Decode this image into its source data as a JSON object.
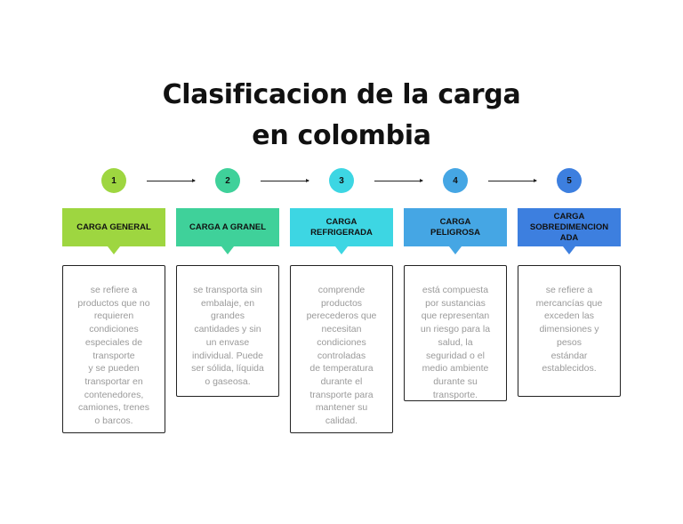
{
  "title": {
    "line1": "Clasificacion de la carga",
    "line2": "en colombia"
  },
  "steps": [
    {
      "number": "1",
      "label": "CARGA GENERAL",
      "color": "#9ed640",
      "description": "se refiere a\nproductos que no\nrequieren\ncondiciones\nespeciales de\ntransporte\ny se pueden\ntransportar en\ncontenedores,\ncamiones, trenes\no barcos."
    },
    {
      "number": "2",
      "label": "CARGA A GRANEL",
      "color": "#3fd19a",
      "description": "se transporta sin\nembalaje, en\ngrandes\ncantidades y sin\nun envase\nindividual. Puede\nser sólida, líquida\no gaseosa."
    },
    {
      "number": "3",
      "label": "CARGA\nREFRIGERADA",
      "color": "#3dd6e3",
      "description": "comprende\nproductos\nperecederos que\nnecesitan\ncondiciones\ncontroladas\nde temperatura\ndurante el\ntransporte para\nmantener su\ncalidad."
    },
    {
      "number": "4",
      "label": "CARGA\nPELIGROSA",
      "color": "#45a6e4",
      "description": "está compuesta\npor sustancias\nque representan\nun riesgo para la\nsalud, la\nseguridad o el\nmedio ambiente\ndurante su\ntransporte."
    },
    {
      "number": "5",
      "label": "CARGA\nSOBREDIMENCION\nADA",
      "color": "#3d7fdf",
      "description": "se refiere a\nmercancías que\nexceden las\ndimensiones y\npesos\nestándar\nestablecidos."
    }
  ]
}
